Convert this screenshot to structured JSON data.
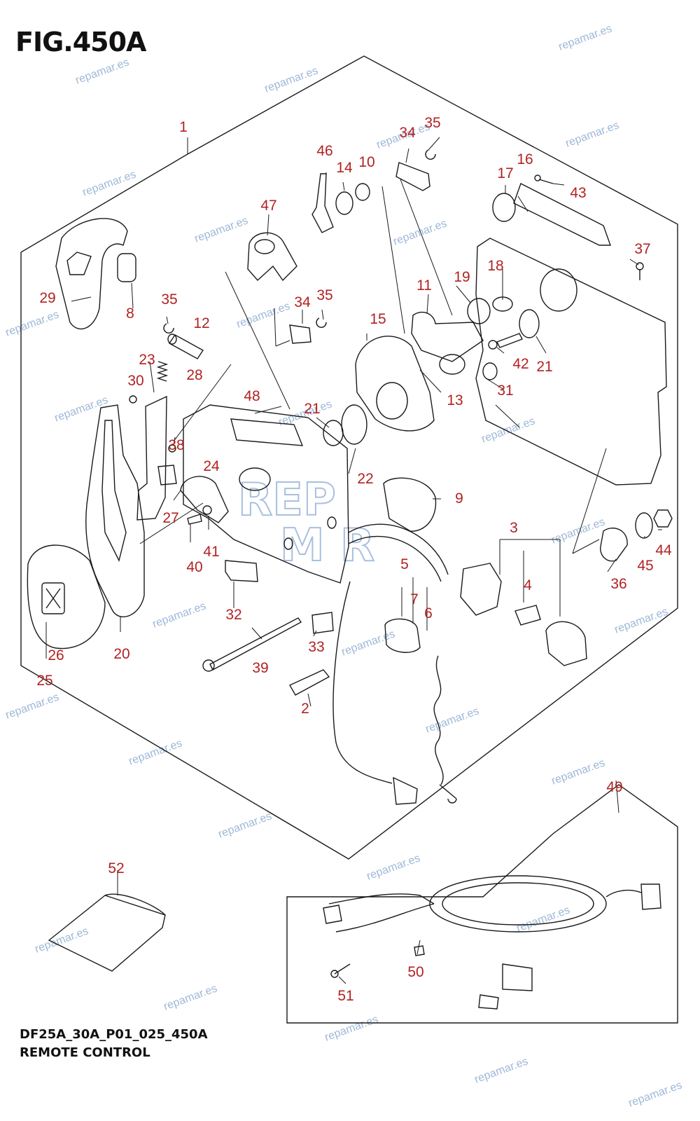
{
  "figure": {
    "title": "FIG.450A",
    "model_code": "DF25A_30A_P01_025_450A",
    "caption": "REMOTE CONTROL"
  },
  "watermark": {
    "text": "repamar.es",
    "logo_top": "REP",
    "logo_bottom": "M  R",
    "color": "#9fb8d8"
  },
  "colors": {
    "callout_number": "#b22222",
    "line_art": "#1a1a1a"
  },
  "callouts": [
    {
      "id": "1",
      "label": "1"
    },
    {
      "id": "2",
      "label": "2"
    },
    {
      "id": "3",
      "label": "3"
    },
    {
      "id": "4",
      "label": "4"
    },
    {
      "id": "5",
      "label": "5"
    },
    {
      "id": "6",
      "label": "6"
    },
    {
      "id": "7",
      "label": "7"
    },
    {
      "id": "8",
      "label": "8"
    },
    {
      "id": "9",
      "label": "9"
    },
    {
      "id": "10",
      "label": "10"
    },
    {
      "id": "11",
      "label": "11"
    },
    {
      "id": "12",
      "label": "12"
    },
    {
      "id": "13",
      "label": "13"
    },
    {
      "id": "14",
      "label": "14"
    },
    {
      "id": "15",
      "label": "15"
    },
    {
      "id": "16",
      "label": "16"
    },
    {
      "id": "17",
      "label": "17"
    },
    {
      "id": "18",
      "label": "18"
    },
    {
      "id": "19",
      "label": "19"
    },
    {
      "id": "20",
      "label": "20"
    },
    {
      "id": "21a",
      "label": "21"
    },
    {
      "id": "21b",
      "label": "21"
    },
    {
      "id": "22",
      "label": "22"
    },
    {
      "id": "23",
      "label": "23"
    },
    {
      "id": "24",
      "label": "24"
    },
    {
      "id": "25",
      "label": "25"
    },
    {
      "id": "26",
      "label": "26"
    },
    {
      "id": "27",
      "label": "27"
    },
    {
      "id": "28",
      "label": "28"
    },
    {
      "id": "29",
      "label": "29"
    },
    {
      "id": "30",
      "label": "30"
    },
    {
      "id": "31",
      "label": "31"
    },
    {
      "id": "32",
      "label": "32"
    },
    {
      "id": "33",
      "label": "33"
    },
    {
      "id": "34a",
      "label": "34"
    },
    {
      "id": "34b",
      "label": "34"
    },
    {
      "id": "35a",
      "label": "35"
    },
    {
      "id": "35b",
      "label": "35"
    },
    {
      "id": "35c",
      "label": "35"
    },
    {
      "id": "36",
      "label": "36"
    },
    {
      "id": "37",
      "label": "37"
    },
    {
      "id": "38",
      "label": "38"
    },
    {
      "id": "39",
      "label": "39"
    },
    {
      "id": "40",
      "label": "40"
    },
    {
      "id": "41",
      "label": "41"
    },
    {
      "id": "42",
      "label": "42"
    },
    {
      "id": "43",
      "label": "43"
    },
    {
      "id": "44",
      "label": "44"
    },
    {
      "id": "45",
      "label": "45"
    },
    {
      "id": "46",
      "label": "46"
    },
    {
      "id": "47",
      "label": "47"
    },
    {
      "id": "48",
      "label": "48"
    },
    {
      "id": "49",
      "label": "49"
    },
    {
      "id": "50",
      "label": "50"
    },
    {
      "id": "51",
      "label": "51"
    },
    {
      "id": "52",
      "label": "52"
    }
  ]
}
